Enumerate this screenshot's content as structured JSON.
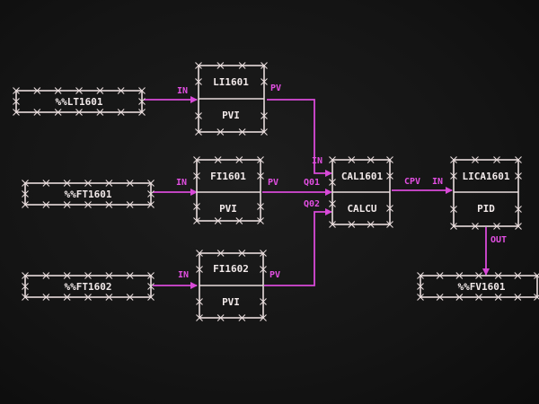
{
  "diagram": {
    "tags": {
      "lt1601": "%%LT1601",
      "ft1601": "%%FT1601",
      "ft1602": "%%FT1602",
      "fv1601": "%%FV1601"
    },
    "blocks": {
      "li1601": {
        "name": "LI1601",
        "type": "PVI"
      },
      "fi1601": {
        "name": "FI1601",
        "type": "PVI"
      },
      "fi1602": {
        "name": "FI1602",
        "type": "PVI"
      },
      "cal1601": {
        "name": "CAL1601",
        "type": "CALCU"
      },
      "lica1601": {
        "name": "LICA1601",
        "type": "PID"
      }
    },
    "ports": {
      "in": "IN",
      "pv": "PV",
      "q01": "Q01",
      "q02": "Q02",
      "cpv": "CPV",
      "out": "OUT"
    },
    "colors": {
      "background": "#141414",
      "frame": "#e8dcdc",
      "wire": "#d84ad8",
      "port_label": "#e24fe2"
    }
  }
}
